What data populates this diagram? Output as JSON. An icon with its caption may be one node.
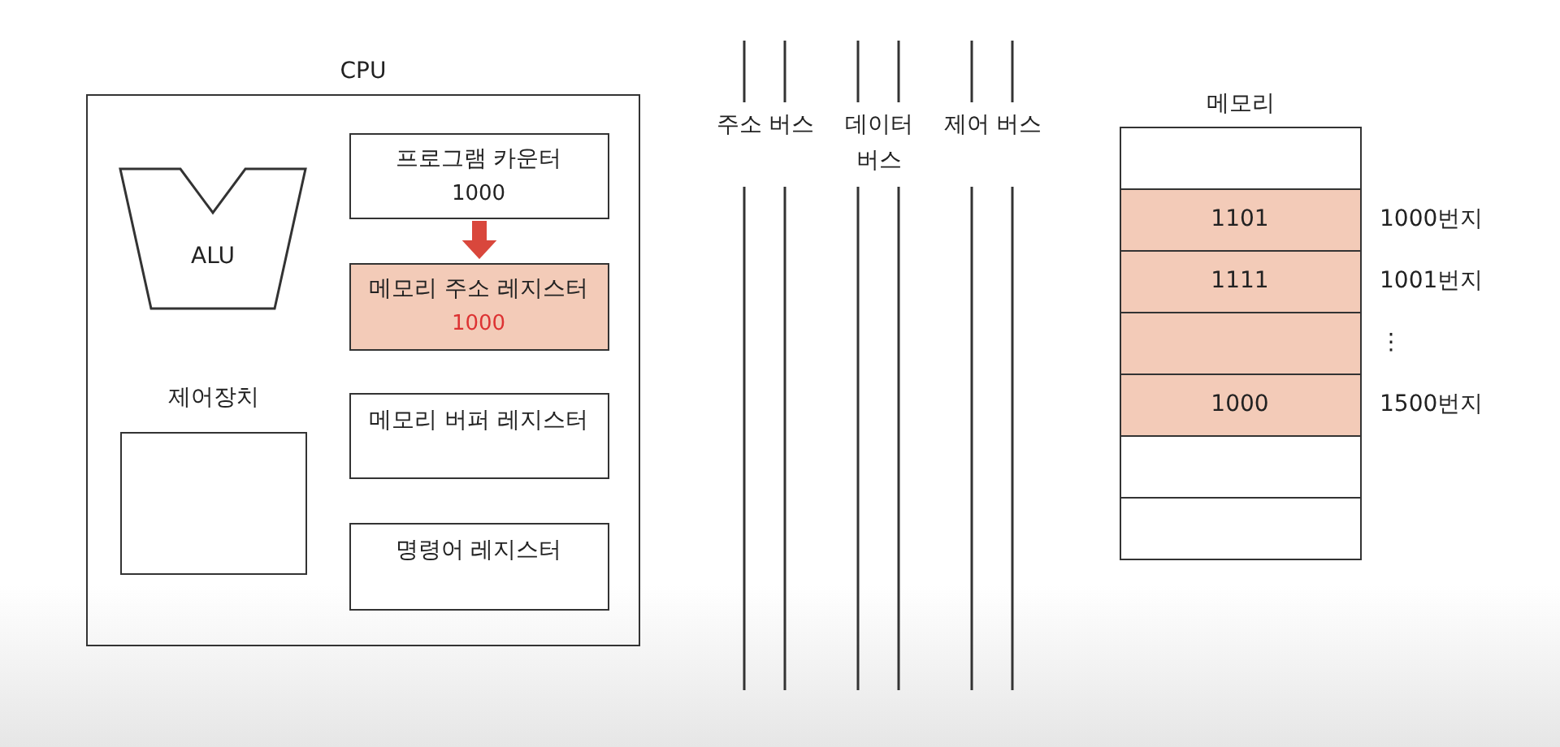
{
  "diagram": {
    "nodes": [
      {
        "text": [
          "CPU"
        ]
      },
      {
        "text": [
          "ALU"
        ],
        "in": 0
      },
      {
        "text": [
          "제어장치"
        ],
        "in": 0
      },
      {
        "text": [
          "프로그램 카운터",
          "1000"
        ],
        "in": 0
      },
      {
        "text": [
          "메모리 주소 레지스터",
          "1000"
        ],
        "in": 0
      },
      {
        "text": [
          "메모리 버퍼 레지스터"
        ],
        "in": 0
      },
      {
        "text": [
          "명령어 레지스터"
        ],
        "in": 0
      },
      {
        "text": [
          "주소 버스"
        ]
      },
      {
        "text": [
          "데이터 버스"
        ]
      },
      {
        "text": [
          "제어 버스"
        ]
      },
      {
        "text": [
          "메모리"
        ]
      },
      {
        "text": [],
        "shape": "box",
        "in": 10
      },
      {
        "text": [
          "1101"
        ],
        "in": 10,
        "beside": [
          "1000번지"
        ]
      },
      {
        "text": [
          "1111"
        ],
        "in": 10,
        "beside": [
          "1001번지"
        ]
      },
      {
        "text": [],
        "shape": "box",
        "in": 10,
        "beside": [
          "⋮"
        ]
      },
      {
        "text": [
          "1000"
        ],
        "in": 10,
        "beside": [
          "1500번지"
        ]
      },
      {
        "text": [],
        "shape": "box",
        "in": 10
      },
      {
        "text": [],
        "shape": "box",
        "in": 10
      }
    ],
    "edges": [
      {
        "from": 3,
        "to": 4,
        "arrow": "to",
        "color": "#d9473c"
      }
    ]
  }
}
